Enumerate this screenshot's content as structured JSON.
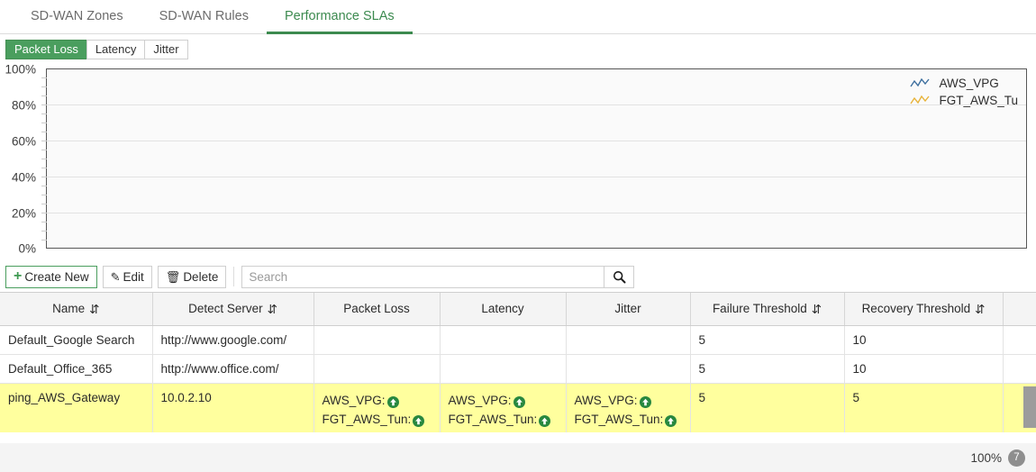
{
  "tabs": [
    {
      "label": "SD-WAN Zones",
      "active": false
    },
    {
      "label": "SD-WAN Rules",
      "active": false
    },
    {
      "label": "Performance SLAs",
      "active": true
    }
  ],
  "metric_buttons": [
    {
      "label": "Packet Loss",
      "active": true
    },
    {
      "label": "Latency",
      "active": false
    },
    {
      "label": "Jitter",
      "active": false
    }
  ],
  "chart_data": {
    "type": "line",
    "title": "",
    "xlabel": "",
    "ylabel": "",
    "ylim": [
      0,
      100
    ],
    "yticks": [
      "0%",
      "20%",
      "40%",
      "60%",
      "80%",
      "100%"
    ],
    "grid": true,
    "legend_position": "top-right",
    "series": [
      {
        "name": "AWS_VPG",
        "color": "#3d6f9e",
        "values": []
      },
      {
        "name": "FGT_AWS_Tu",
        "color": "#e8b33a",
        "values": []
      }
    ]
  },
  "toolbar": {
    "create_label": "Create New",
    "edit_label": "Edit",
    "delete_label": "Delete",
    "search_placeholder": "Search"
  },
  "table": {
    "columns": [
      {
        "label": "Name",
        "sortable": true
      },
      {
        "label": "Detect Server",
        "sortable": true
      },
      {
        "label": "Packet Loss",
        "sortable": false
      },
      {
        "label": "Latency",
        "sortable": false
      },
      {
        "label": "Jitter",
        "sortable": false
      },
      {
        "label": "Failure Threshold",
        "sortable": true
      },
      {
        "label": "Recovery Threshold",
        "sortable": true
      },
      {
        "label": "",
        "sortable": false
      }
    ],
    "rows": [
      {
        "name": "Default_Google Search",
        "detect_server": "http://www.google.com/",
        "packet_loss": [],
        "latency": [],
        "jitter": [],
        "failure_threshold": "5",
        "recovery_threshold": "10",
        "highlight": false
      },
      {
        "name": "Default_Office_365",
        "detect_server": "http://www.office.com/",
        "packet_loss": [],
        "latency": [],
        "jitter": [],
        "failure_threshold": "5",
        "recovery_threshold": "10",
        "highlight": false
      },
      {
        "name": "ping_AWS_Gateway",
        "detect_server": "10.0.2.10",
        "packet_loss": [
          "AWS_VPG:",
          "FGT_AWS_Tun:"
        ],
        "latency": [
          "AWS_VPG:",
          "FGT_AWS_Tun:"
        ],
        "jitter": [
          "AWS_VPG:",
          "FGT_AWS_Tun:"
        ],
        "failure_threshold": "5",
        "recovery_threshold": "5",
        "highlight": true
      }
    ]
  },
  "statusbar": {
    "zoom": "100%",
    "count": "7"
  },
  "colors": {
    "accent_green": "#4a9e5e",
    "tab_active_green": "#3c8a4f",
    "row_highlight": "#ffff9e",
    "status_up": "#28883f"
  }
}
